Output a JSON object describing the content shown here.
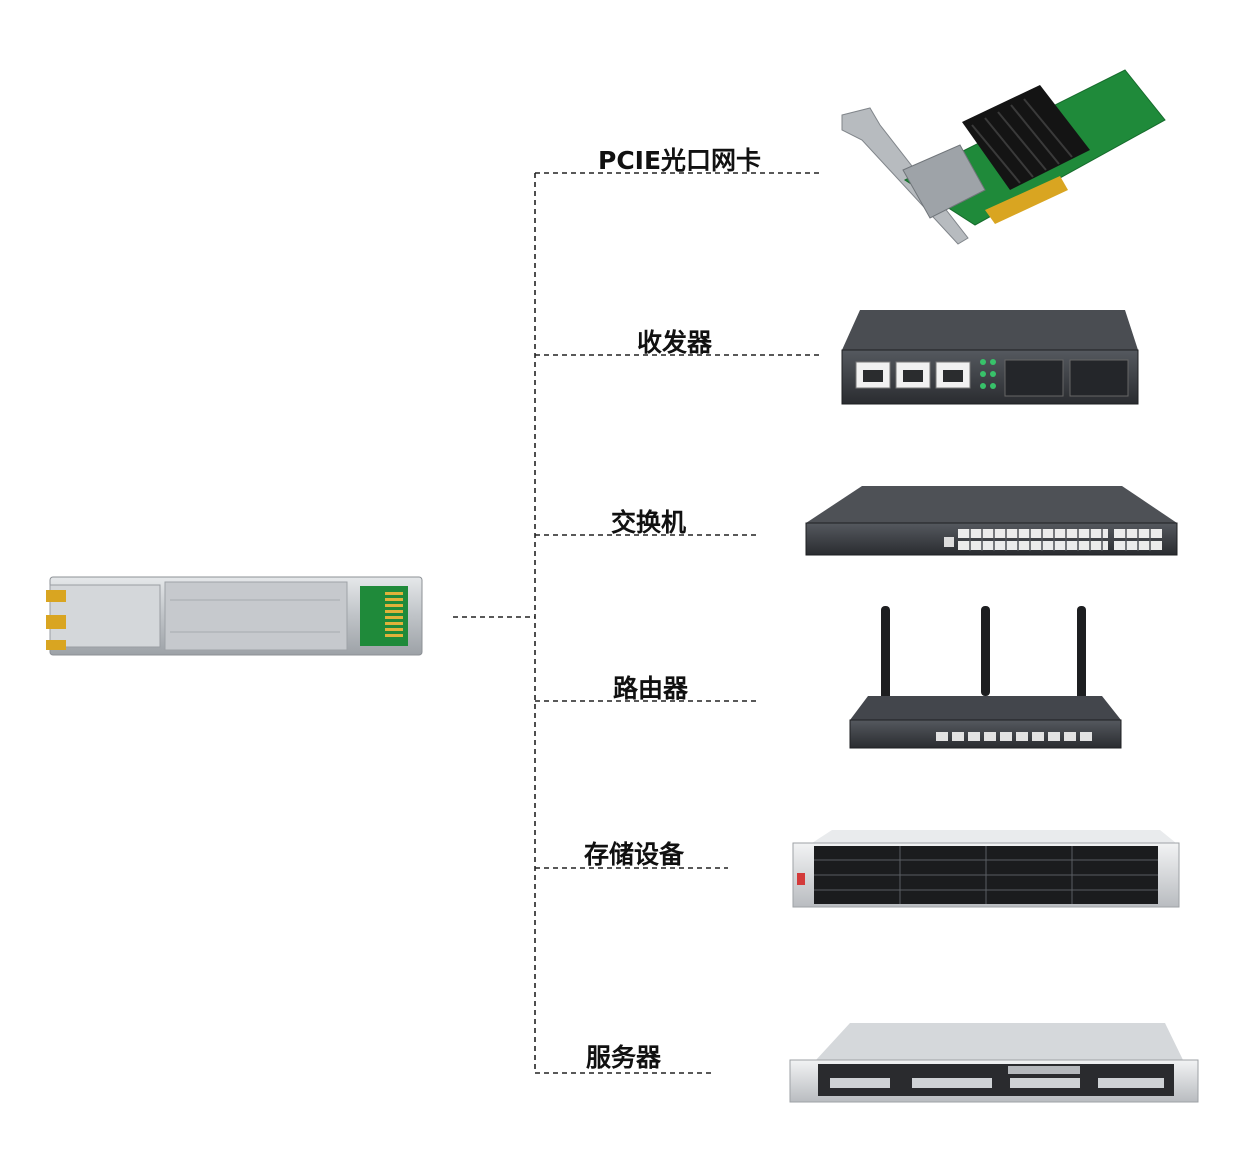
{
  "devices": [
    {
      "label": "PCIE光口网卡",
      "icon": "pcie-fiber-nic-icon"
    },
    {
      "label": "收发器",
      "icon": "media-converter-icon"
    },
    {
      "label": "交换机",
      "icon": "network-switch-icon"
    },
    {
      "label": "路由器",
      "icon": "wireless-router-icon"
    },
    {
      "label": "存储设备",
      "icon": "storage-array-icon"
    },
    {
      "label": "服务器",
      "icon": "rack-server-icon"
    }
  ],
  "module": {
    "icon": "sfp-rj45-module-icon"
  },
  "colors": {
    "line": "#222222",
    "pcb": "#1f8a3a",
    "device_body": "#3a3d42",
    "metal": "#c9ccd0"
  }
}
